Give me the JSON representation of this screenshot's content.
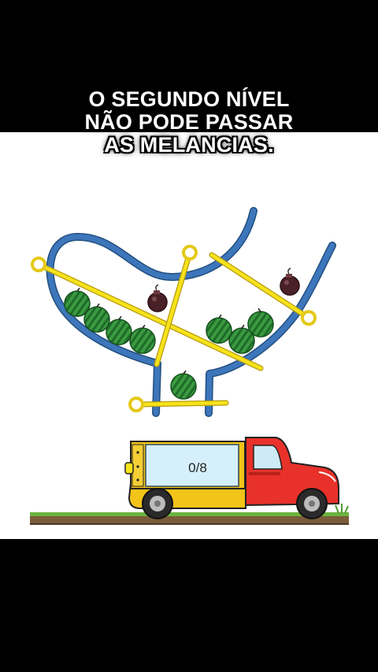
{
  "caption": {
    "line1": "O SEGUNDO NÍVEL",
    "line2": "NÃO PODE PASSAR",
    "line3": "AS MELANCIAS."
  },
  "truck": {
    "counter": "0/8",
    "cab_color": "#e8312a",
    "bed_color": "#f2c318",
    "container_color": "#d6f0fb"
  },
  "colors": {
    "pipe": "#3d76bb",
    "pin": "#f6e31a",
    "pin_outline": "#b89a10",
    "watermelon": "#2f8f3a",
    "bomb": "#4a2027",
    "ground": "#7a5c3a",
    "grass": "#6cb33f"
  },
  "icons": {
    "watermelon": "watermelon-icon",
    "bomb": "bomb-icon",
    "pin": "pin-handle-icon"
  },
  "watermelon_count": 8,
  "bomb_count": 2
}
